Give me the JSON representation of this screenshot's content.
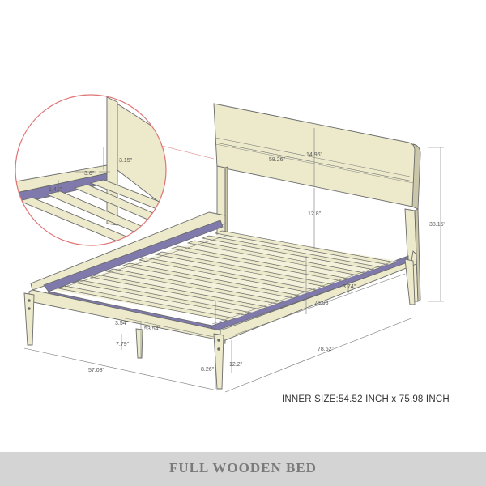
{
  "diagram": {
    "colors": {
      "wood": "#eceacb",
      "edge": "#6b6b6b",
      "inner_rail": "#7f7aab",
      "detail_circle": "#e07474"
    },
    "detail_labels": {
      "slat_gap": "3.6\"",
      "post_height": "3.15\"",
      "slat_thickness": "1.41\""
    },
    "dimension_labels": {
      "headboard_width": "58.26\"",
      "headboard_height": "14.96\"",
      "leg_to_board": "12.8\"",
      "total_height": "38.15\"",
      "rail_height": "3.74\"",
      "inner_length": "75.98\"",
      "outer_length": "78.62\"",
      "inner_width": "53.54\"",
      "outer_width": "57.08\"",
      "front_rail_height": "3.54\"",
      "under_bed": "7.79\"",
      "leg_height": "8.26\"",
      "frame_height": "12.2\""
    }
  },
  "inner_size_text": "INNER SIZE:54.52 INCH x 75.98 INCH",
  "footer_title": "FULL WOODEN BED"
}
